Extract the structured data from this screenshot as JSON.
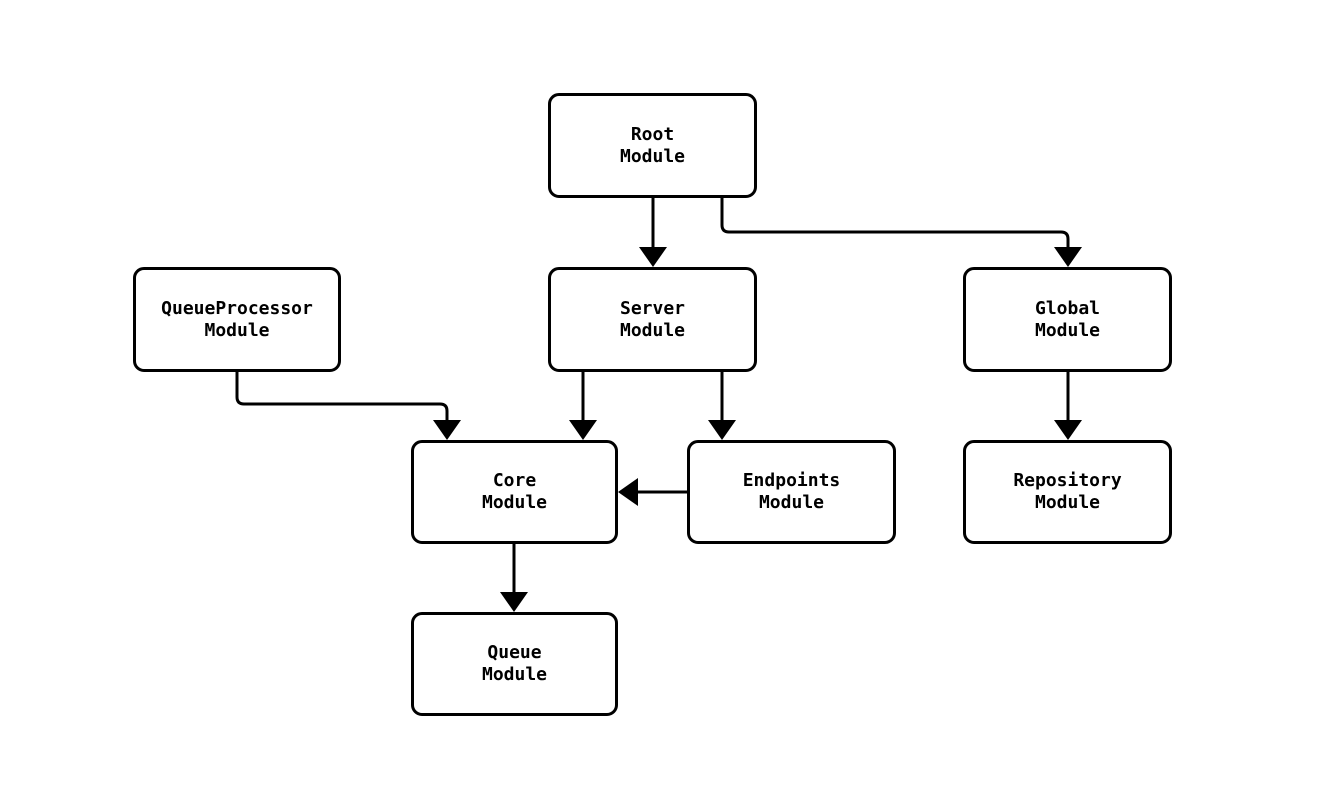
{
  "diagram": {
    "type": "module-dependency-graph",
    "colors": {
      "background": "#ffffff",
      "node_fill": "#ffffff",
      "node_border": "#000000",
      "line": "#000000",
      "text": "#000000"
    },
    "nodes": {
      "root": {
        "label": "Root\nModule"
      },
      "server": {
        "label": "Server\nModule"
      },
      "queueprocessor": {
        "label": "QueueProcessor\nModule"
      },
      "global": {
        "label": "Global\nModule"
      },
      "core": {
        "label": "Core\nModule"
      },
      "endpoints": {
        "label": "Endpoints\nModule"
      },
      "repository": {
        "label": "Repository\nModule"
      },
      "queue": {
        "label": "Queue\nModule"
      }
    },
    "edges": [
      {
        "from": "root",
        "to": "server"
      },
      {
        "from": "root",
        "to": "global"
      },
      {
        "from": "queueprocessor",
        "to": "core"
      },
      {
        "from": "server",
        "to": "core"
      },
      {
        "from": "server",
        "to": "endpoints"
      },
      {
        "from": "endpoints",
        "to": "core"
      },
      {
        "from": "global",
        "to": "repository"
      },
      {
        "from": "core",
        "to": "queue"
      }
    ]
  }
}
